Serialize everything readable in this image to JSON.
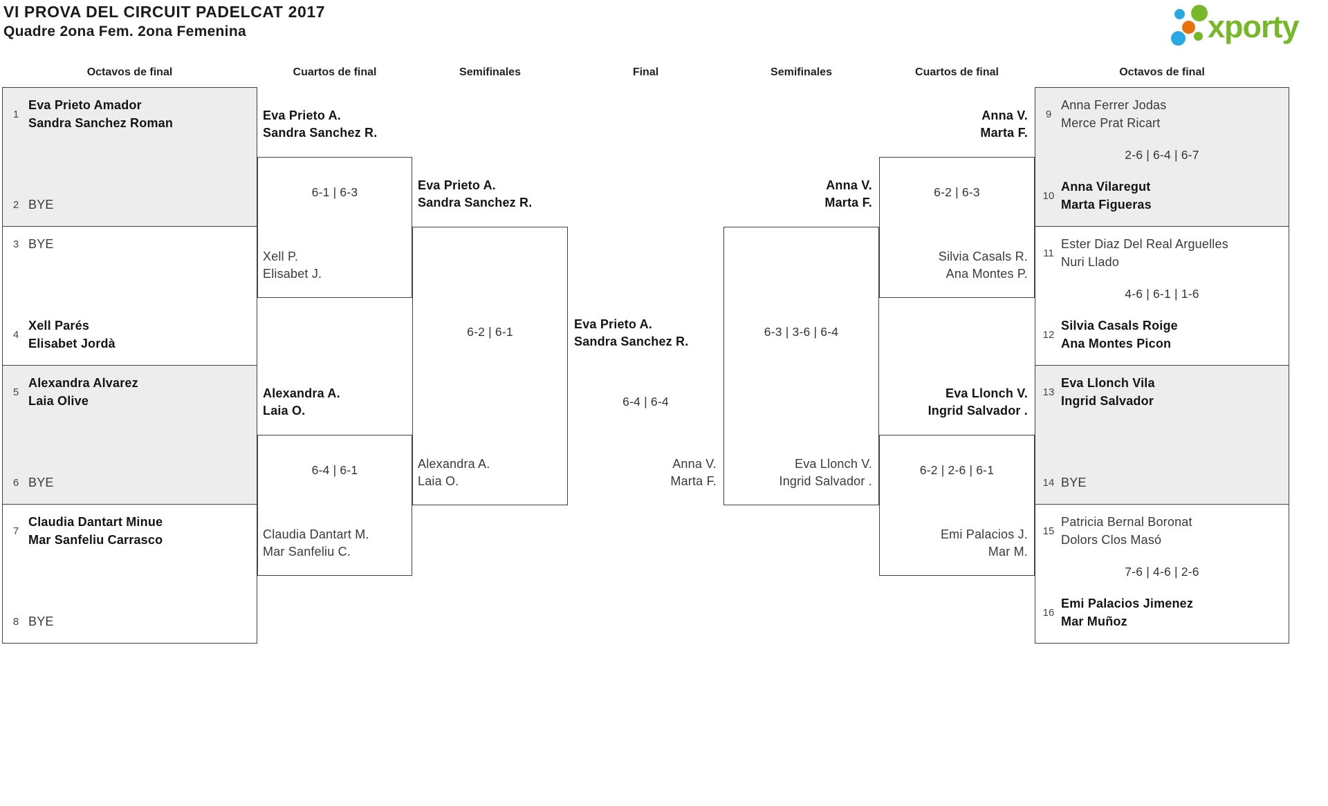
{
  "header": {
    "title": "VI PROVA DEL CIRCUIT PADELCAT 2017",
    "subtitle": "Quadre 2ona Fem. 2ona Femenina",
    "logo_text": "xporty"
  },
  "colors": {
    "logo_green": "#76b82a",
    "logo_blue": "#29a9e1",
    "logo_orange": "#e8730d",
    "shaded_block": "#ededed"
  },
  "round_headers": [
    "Octavos de final",
    "Cuartos de final",
    "Semifinales",
    "Final",
    "Semifinales",
    "Cuartos de final",
    "Octavos de final"
  ],
  "bracket": {
    "left_blocks": [
      {
        "teams": [
          {
            "seed": "1",
            "line1": "Eva Prieto Amador",
            "line2": "Sandra Sanchez Roman"
          },
          {
            "seed": "2",
            "line1": "BYE",
            "line2": ""
          }
        ]
      },
      {
        "teams": [
          {
            "seed": "3",
            "line1": "BYE",
            "line2": ""
          },
          {
            "seed": "4",
            "line1": "Xell Parés",
            "line2": "Elisabet Jordà"
          }
        ]
      },
      {
        "teams": [
          {
            "seed": "5",
            "line1": "Alexandra Alvarez",
            "line2": "Laia Olive"
          },
          {
            "seed": "6",
            "line1": "BYE",
            "line2": ""
          }
        ]
      },
      {
        "teams": [
          {
            "seed": "7",
            "line1": "Claudia Dantart Minue",
            "line2": "Mar Sanfeliu Carrasco"
          },
          {
            "seed": "8",
            "line1": "BYE",
            "line2": ""
          }
        ]
      }
    ],
    "right_blocks": [
      {
        "teams": [
          {
            "seed": "9",
            "line1": "Anna Ferrer Jodas",
            "line2": "Merce Prat Ricart"
          },
          {
            "seed": "10",
            "line1": "Anna Vilaregut",
            "line2": "Marta Figueras"
          }
        ],
        "score": "2-6 | 6-4 | 6-7"
      },
      {
        "teams": [
          {
            "seed": "11",
            "line1": "Ester Diaz Del Real Arguelles",
            "line2": "Nuri Llado"
          },
          {
            "seed": "12",
            "line1": "Silvia Casals Roige",
            "line2": "Ana Montes Picon"
          }
        ],
        "score": "4-6 | 6-1 | 1-6"
      },
      {
        "teams": [
          {
            "seed": "13",
            "line1": "Eva Llonch Vila",
            "line2": "Ingrid Salvador"
          },
          {
            "seed": "14",
            "line1": "BYE",
            "line2": ""
          }
        ],
        "score": ""
      },
      {
        "teams": [
          {
            "seed": "15",
            "line1": "Patricia Bernal Boronat",
            "line2": "Dolors Clos Masó"
          },
          {
            "seed": "16",
            "line1": "Emi Palacios Jimenez",
            "line2": "Mar Muñoz"
          }
        ],
        "score": "7-6 | 4-6 | 2-6"
      }
    ],
    "quarterfinals": [
      {
        "top": {
          "line1": "Eva Prieto A.",
          "line2": "Sandra Sanchez R."
        },
        "bottom": {
          "line1": "Xell P.",
          "line2": "Elisabet J."
        },
        "score": "6-1 | 6-3"
      },
      {
        "top": {
          "line1": "Alexandra A.",
          "line2": "Laia O."
        },
        "bottom": {
          "line1": "Claudia Dantart M.",
          "line2": "Mar Sanfeliu C."
        },
        "score": "6-4 | 6-1"
      },
      {
        "top": {
          "line1": "Anna V.",
          "line2": "Marta F."
        },
        "bottom": {
          "line1": "Silvia Casals R.",
          "line2": "Ana Montes P."
        },
        "score": "6-2 | 6-3"
      },
      {
        "top": {
          "line1": "Eva Llonch V.",
          "line2": "Ingrid Salvador ."
        },
        "bottom": {
          "line1": "Emi Palacios J.",
          "line2": "Mar M."
        },
        "score": "6-2 | 2-6 | 6-1"
      }
    ],
    "semifinals": [
      {
        "top": {
          "line1": "Eva Prieto A.",
          "line2": "Sandra Sanchez R."
        },
        "bottom": {
          "line1": "Alexandra A.",
          "line2": "Laia O."
        },
        "score": "6-2 | 6-1"
      },
      {
        "top": {
          "line1": "Anna V.",
          "line2": "Marta F."
        },
        "bottom": {
          "line1": "Eva Llonch V.",
          "line2": "Ingrid Salvador ."
        },
        "score": "6-3 | 3-6 | 6-4"
      }
    ],
    "final": {
      "winner": {
        "line1": "Eva Prieto A.",
        "line2": "Sandra Sanchez R."
      },
      "finalist": {
        "line1": "Anna V.",
        "line2": "Marta F."
      },
      "score": "6-4 | 6-4"
    }
  }
}
